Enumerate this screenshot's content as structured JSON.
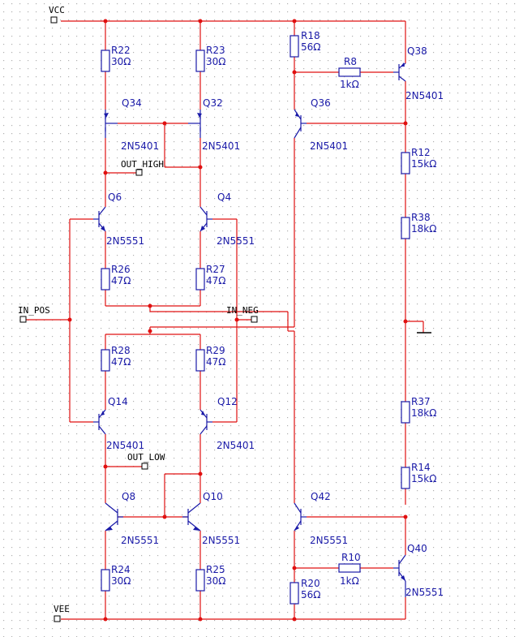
{
  "ports": {
    "vcc": "VCC",
    "vee": "VEE",
    "in_pos": "IN_POS",
    "in_neg": "IN_NEG",
    "out_high": "OUT_HIGH",
    "out_low": "OUT_LOW"
  },
  "transistors": {
    "q34": {
      "name": "Q34",
      "part": "2N5401"
    },
    "q32": {
      "name": "Q32",
      "part": "2N5401"
    },
    "q6": {
      "name": "Q6",
      "part": "2N5551"
    },
    "q4": {
      "name": "Q4",
      "part": "2N5551"
    },
    "q14": {
      "name": "Q14",
      "part": "2N5401"
    },
    "q12": {
      "name": "Q12",
      "part": "2N5401"
    },
    "q8": {
      "name": "Q8",
      "part": "2N5551"
    },
    "q10": {
      "name": "Q10",
      "part": "2N5551"
    },
    "q36": {
      "name": "Q36",
      "part": "2N5401"
    },
    "q38": {
      "name": "Q38",
      "part": "2N5401"
    },
    "q42": {
      "name": "Q42",
      "part": "2N5551"
    },
    "q40": {
      "name": "Q40",
      "part": "2N5551"
    }
  },
  "resistors": {
    "r22": {
      "name": "R22",
      "value": "30Ω"
    },
    "r23": {
      "name": "R23",
      "value": "30Ω"
    },
    "r18": {
      "name": "R18",
      "value": "56Ω"
    },
    "r8": {
      "name": "R8",
      "value": "1kΩ"
    },
    "r12": {
      "name": "R12",
      "value": "15kΩ"
    },
    "r38": {
      "name": "R38",
      "value": "18kΩ"
    },
    "r26": {
      "name": "R26",
      "value": "47Ω"
    },
    "r27": {
      "name": "R27",
      "value": "47Ω"
    },
    "r28": {
      "name": "R28",
      "value": "47Ω"
    },
    "r29": {
      "name": "R29",
      "value": "47Ω"
    },
    "r37": {
      "name": "R37",
      "value": "18kΩ"
    },
    "r14": {
      "name": "R14",
      "value": "15kΩ"
    },
    "r24": {
      "name": "R24",
      "value": "30Ω"
    },
    "r25": {
      "name": "R25",
      "value": "30Ω"
    },
    "r20": {
      "name": "R20",
      "value": "56Ω"
    },
    "r10": {
      "name": "R10",
      "value": "1kΩ"
    }
  },
  "colors": {
    "wire": "#e01010",
    "component": "#1a1aa8",
    "grid": "#b0b0b0",
    "background": "#ffffff"
  }
}
